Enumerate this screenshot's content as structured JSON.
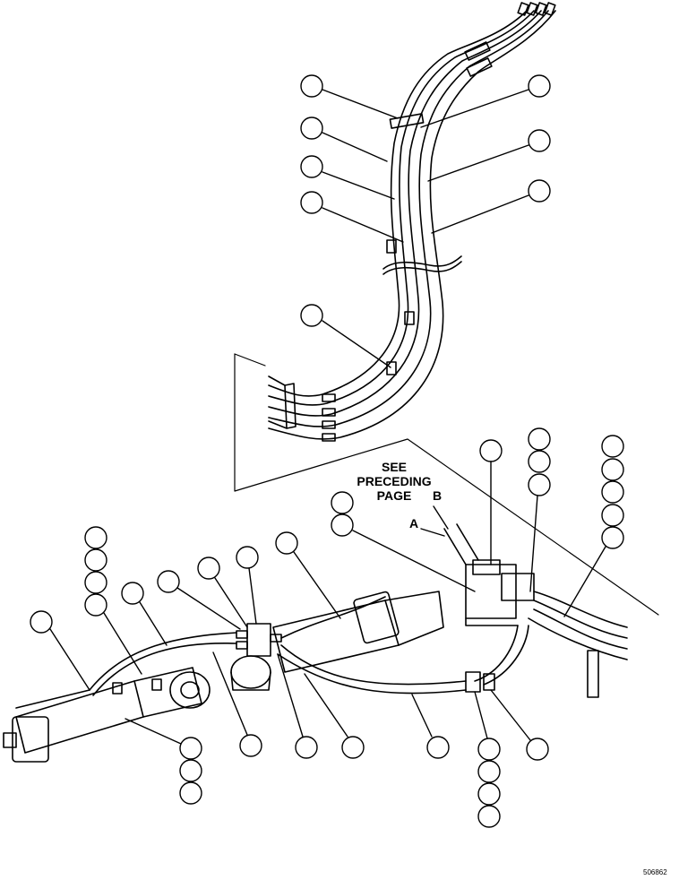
{
  "note": {
    "line1": "SEE",
    "line2": "PRECEDING",
    "line3": "PAGE"
  },
  "labels": {
    "a": "A",
    "b": "B"
  },
  "figure_id": "506862",
  "colors": {
    "ink": "#000000",
    "paper": "#ffffff"
  }
}
